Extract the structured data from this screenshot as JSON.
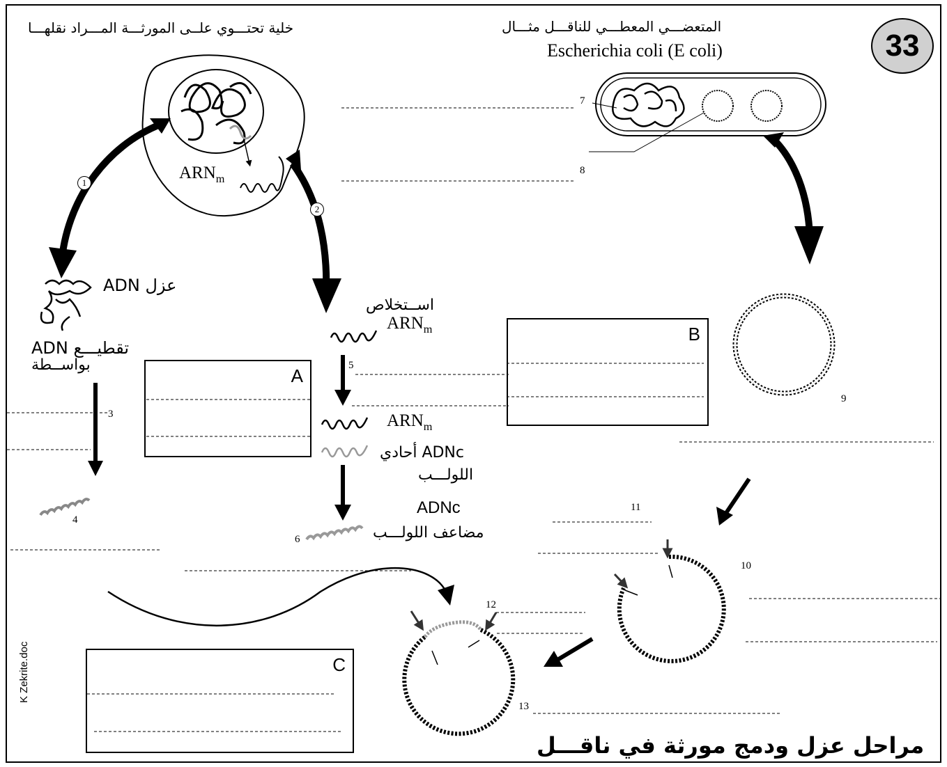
{
  "badge_number": "33",
  "watermark": "K Zekrite.doc",
  "title_bottom": "مراحل عزل ودمج مورثة في ناقـــل",
  "header_left": "خلية تحتـــوي علــى المورثـــة المـــراد نقلهـــا",
  "header_right_line1": "المتعضـــي المعطـــي للناقـــل مثـــال",
  "header_right_line2": "Escherichia coli (E coli)",
  "arn_m": "ARN",
  "arn_m_sub": "m",
  "isolate_adn": "عزل ADN",
  "cut_adn_line1": "تقطيـــع ADN",
  "cut_adn_line2": "بواســطة",
  "extract_line1": "اســتخلاص",
  "adnc_single_line1": "ADNc أحادي",
  "adnc_single_line2": "اللولـــب",
  "adnc_double_line1": "ADNc",
  "adnc_double_line2": "مضاعف اللولـــب",
  "box_a": "A",
  "box_b": "B",
  "box_c": "C",
  "step_1": "1",
  "step_2": "2",
  "labels": {
    "n3": "3",
    "n4": "4",
    "n5": "5",
    "n6": "6",
    "n7": "7",
    "n8": "8",
    "n9": "9",
    "n10": "10",
    "n11": "11",
    "n12": "12",
    "n13": "13"
  },
  "colors": {
    "badge_fill": "#d0d0d0",
    "insert_gray": "#a0a0a0"
  }
}
